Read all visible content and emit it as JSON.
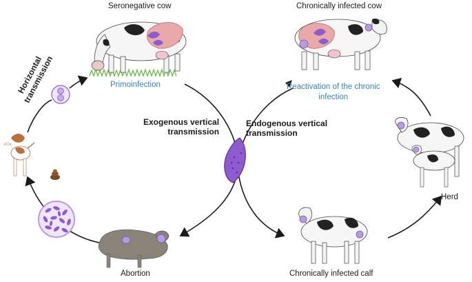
{
  "labels": {
    "seronegative_cow": "Seronegative cow",
    "chronically_infected_cow": "Chronically infected cow",
    "primoinfection": "Primoinfection",
    "reactivation_line1": "Reactivation of the chronic",
    "reactivation_line2": "infection",
    "horizontal_line1": "Horizontal",
    "horizontal_line2": "transmission",
    "exogenous_line1": "Exogenous vertical",
    "exogenous_line2": "transmission",
    "endogenous_line1": "Endogenous vertical",
    "endogenous_line2": "transmission",
    "herd": "Herd",
    "abortion": "Abortion",
    "chronically_infected_calf": "Chronically infected calf"
  },
  "colors": {
    "parasite": "#8e5bd1",
    "parasite_dark": "#5a2f9a",
    "label_blue": "#3a7fc0",
    "arrow": "#1a1a1a"
  },
  "icons": [
    "cow-icon",
    "dog-icon",
    "feces-icon",
    "oocyst-icon",
    "tachyzoite-icon",
    "tissue-cyst-icon",
    "fetus-icon",
    "calf-icon",
    "grass-icon"
  ]
}
